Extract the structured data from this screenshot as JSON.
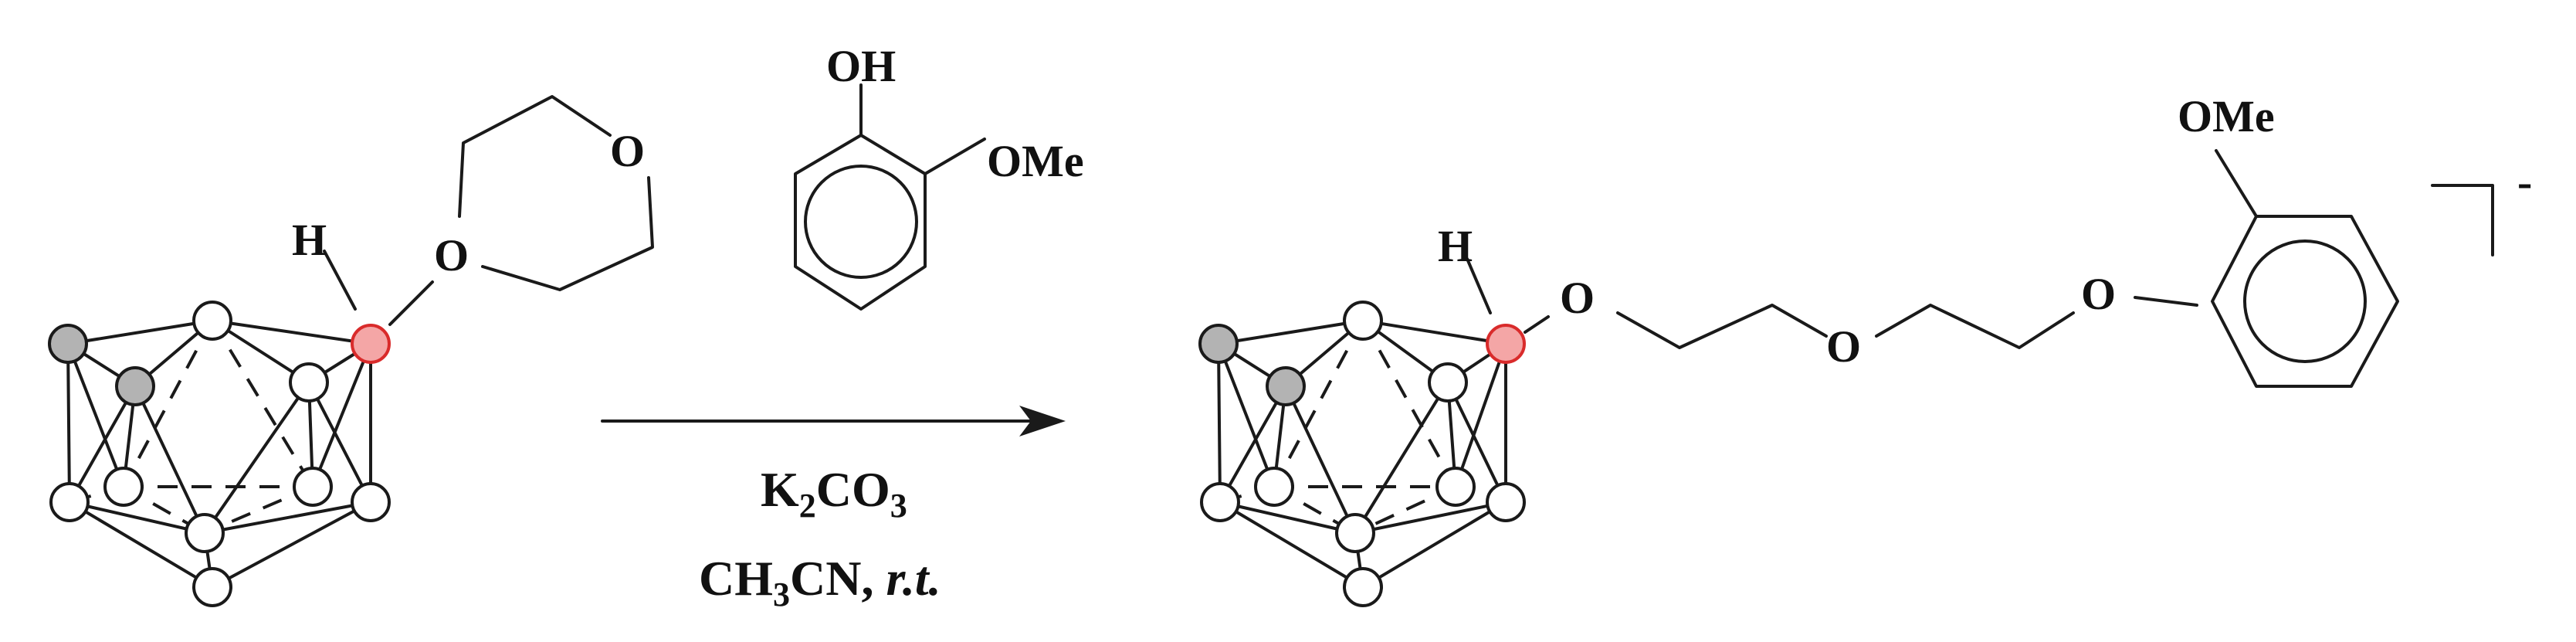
{
  "scheme": {
    "reactant_cage": {
      "vertex_label": "H"
    },
    "dioxane": {
      "ring_oxygen": "O",
      "bridge_oxygen": "O"
    },
    "reagent": {
      "hydroxyl": "OH",
      "methoxy": "OMe"
    },
    "conditions": {
      "base": {
        "main": "K",
        "sub1": "2",
        "mid": "CO",
        "sub2": "3"
      },
      "solvent": {
        "a": "CH",
        "sub": "3",
        "b": "CN, ",
        "temp": "r.t."
      }
    },
    "product": {
      "vertex_label": "H",
      "ether_oxygens": [
        "O",
        "O",
        "O"
      ],
      "methoxy": "OMe",
      "charge": "-"
    },
    "colors": {
      "carbon_vertex": "#b3b3b3",
      "substituted_boron": "#f4a6a6",
      "substituted_boron_outline": "#d92b2b",
      "bond": "#1a1a1a"
    }
  }
}
